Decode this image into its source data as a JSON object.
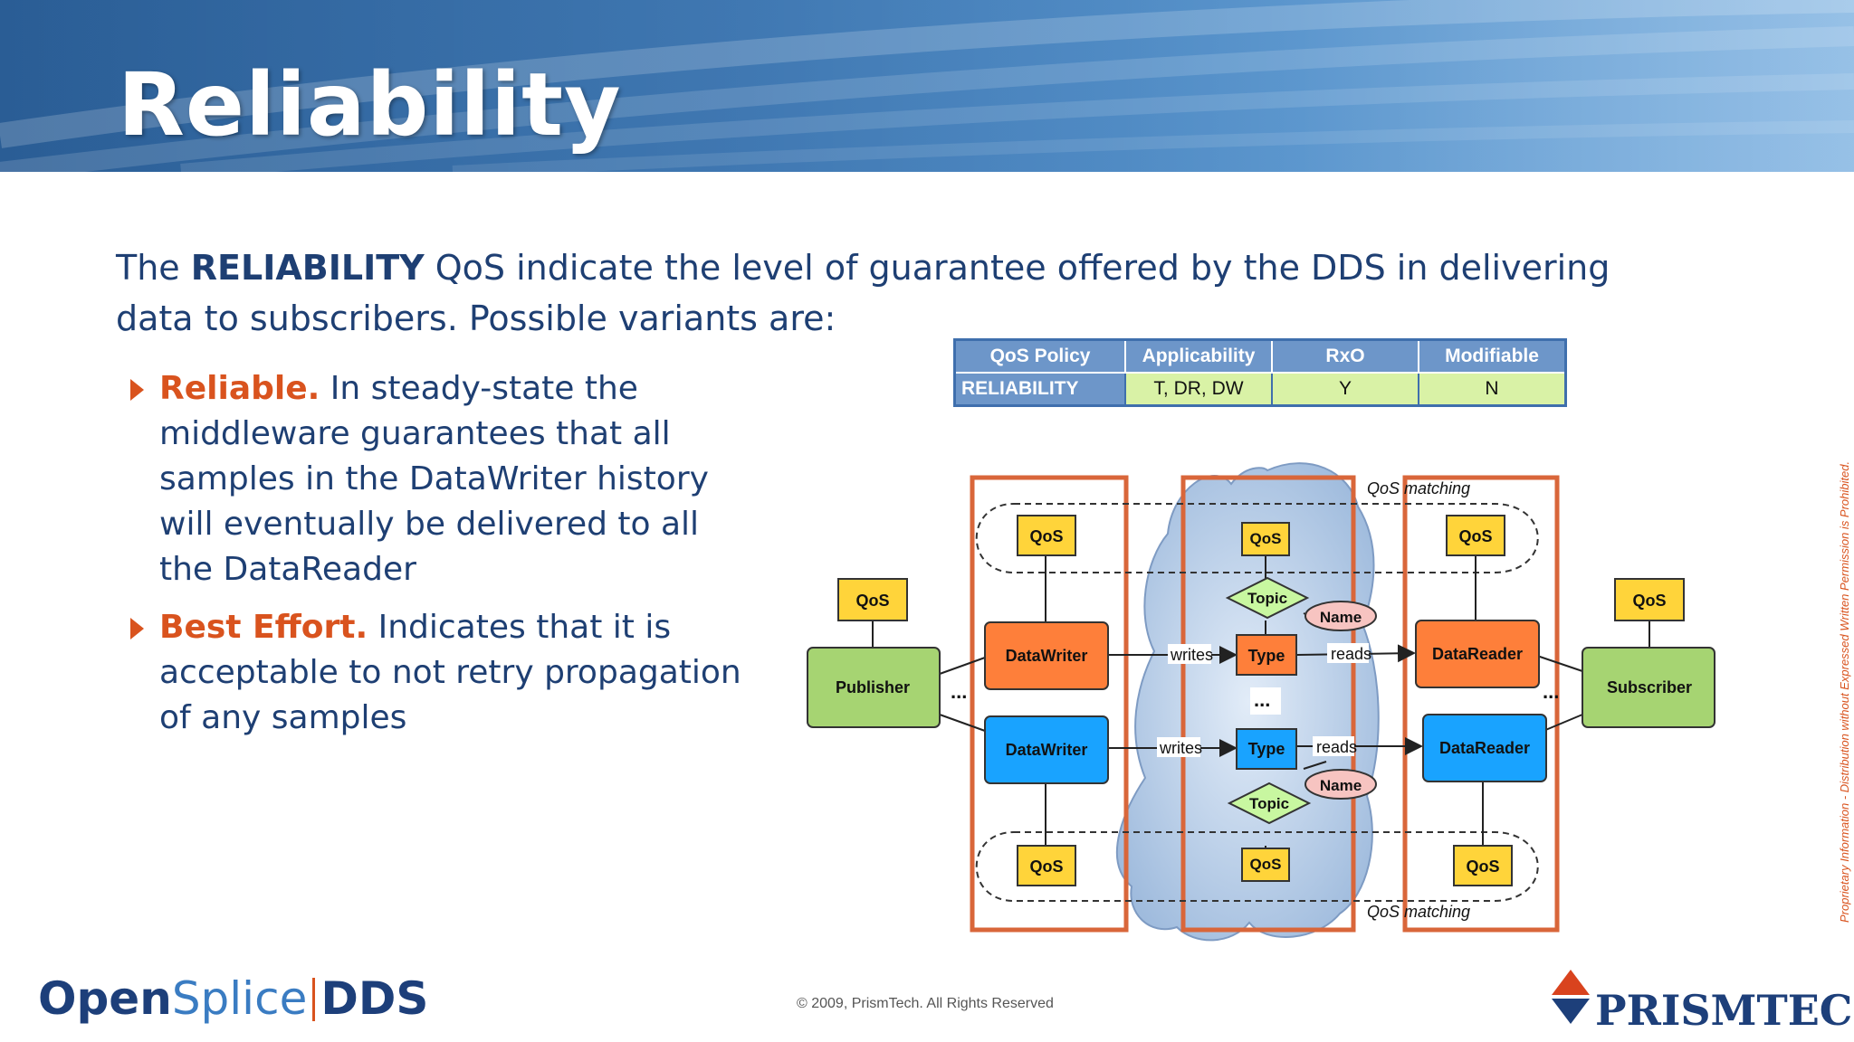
{
  "slide": {
    "title": "Reliability",
    "intro": {
      "prefix": "The ",
      "keyword": "RELIABILITY",
      "rest": " QoS indicate the level of guarantee offered by the DDS in delivering data to subscribers. Possible variants are:"
    },
    "bullets": [
      {
        "term": "Reliable.",
        "text": " In steady-state  the middleware guarantees that all samples in the DataWriter history will eventually be delivered to all the DataReader"
      },
      {
        "term": "Best Effort.",
        "text": " Indicates that it is acceptable to not retry propagation of any samples"
      }
    ]
  },
  "qos_table": {
    "headers": [
      "QoS Policy",
      "Applicability",
      "RxO",
      "Modifiable"
    ],
    "row": [
      "RELIABILITY",
      "T, DR, DW",
      "Y",
      "N"
    ]
  },
  "diagram": {
    "qos": "QoS",
    "publisher": "Publisher",
    "subscriber": "Subscriber",
    "datawriter": "DataWriter",
    "datareader": "DataReader",
    "topic": "Topic",
    "name": "Name",
    "type": "Type",
    "writes": "writes",
    "reads": "reads",
    "ellipsis": "...",
    "qos_matching": "QoS matching"
  },
  "colors": {
    "orange_box": "#fe7f3a",
    "blue_box": "#19a3ff",
    "yellow_qos": "#ffd43a",
    "green_node": "#a6d472",
    "topic_diamond": "#c8f7a0",
    "name_ellipse": "#f7c4c1",
    "frame_orange": "#d9663a",
    "cloud": "#b9cee6"
  },
  "footer": {
    "logo_left_part1": "Open",
    "logo_left_part2": "Splice",
    "logo_left_part3": "DDS",
    "copyright": "© 2009, PrismTech. All Rights Reserved",
    "logo_right": "PRISMTECH",
    "side_note": "Proprietary Information  - Distribution without Expressed Written Permission is Prohibited."
  }
}
